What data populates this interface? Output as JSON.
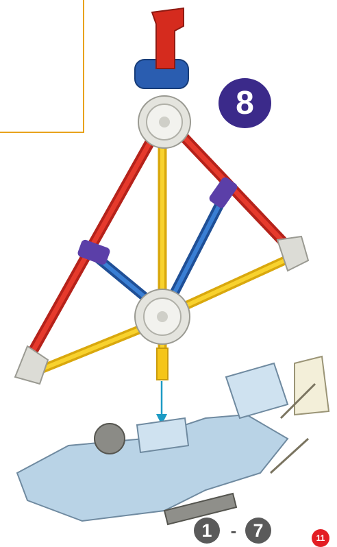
{
  "step": {
    "number": "8",
    "badge_color": "#3b2a8a"
  },
  "reference": {
    "from": "1",
    "separator": "-",
    "to": "7"
  },
  "page": {
    "number": "11",
    "color": "#e31e24"
  },
  "colors": {
    "frame": "#e8a21c",
    "red_rod": "#d52b1e",
    "yellow_rod": "#f5c518",
    "blue_rod": "#2f6fc1",
    "purple_clip": "#5b3fa8",
    "gray_connector": "#dcdcd6",
    "light_blue_brick": "#b9d3e6",
    "arrow": "#1d9bc4"
  }
}
